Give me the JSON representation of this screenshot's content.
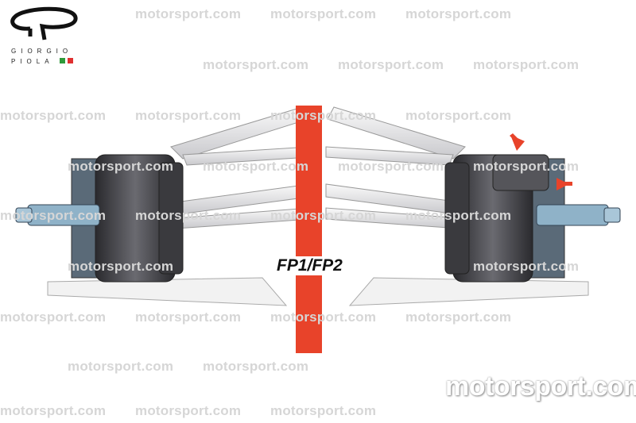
{
  "watermark": {
    "text": "motorsport.com"
  },
  "corner_watermark": {
    "text": "motorsport.com"
  },
  "logo": {
    "line1": "GIORGIO",
    "line2": "PIOLA",
    "flag_colors": [
      "#2f9a3a",
      "#e03030"
    ]
  },
  "comparison_label": "FP1/FP2",
  "colors": {
    "divider": "#e8432a",
    "arrow": "#e8432a",
    "drum": "#4a4a4e",
    "hub": "#8fb2c8"
  }
}
